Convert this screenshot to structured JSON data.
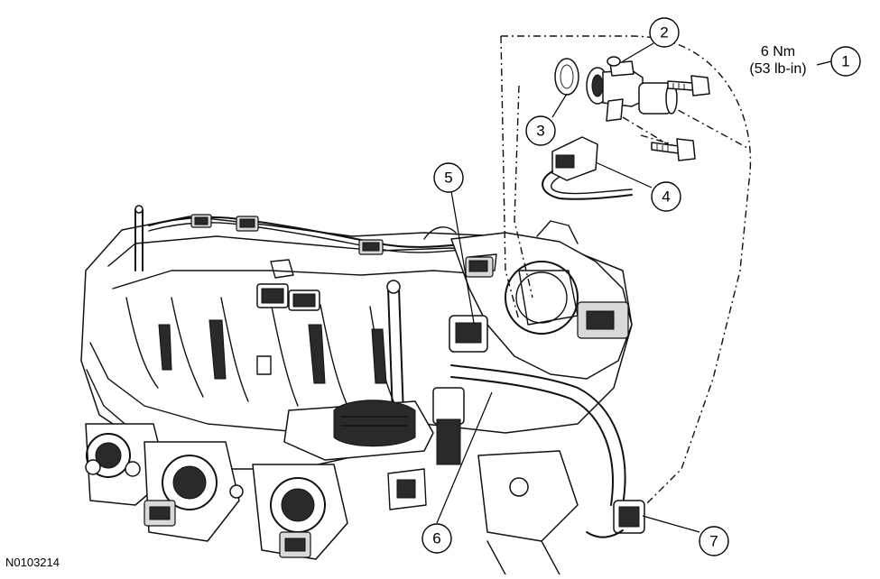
{
  "figure_id": "N0103214",
  "torque_spec": {
    "metric": "6 Nm",
    "imperial": "(53 lb-in)"
  },
  "callouts": [
    "1",
    "2",
    "3",
    "4",
    "5",
    "6",
    "7"
  ],
  "icons": {
    "bolt": "bolt-icon",
    "o_ring": "o-ring-icon",
    "sensor": "sensor-icon",
    "connector": "electrical-connector-icon"
  }
}
